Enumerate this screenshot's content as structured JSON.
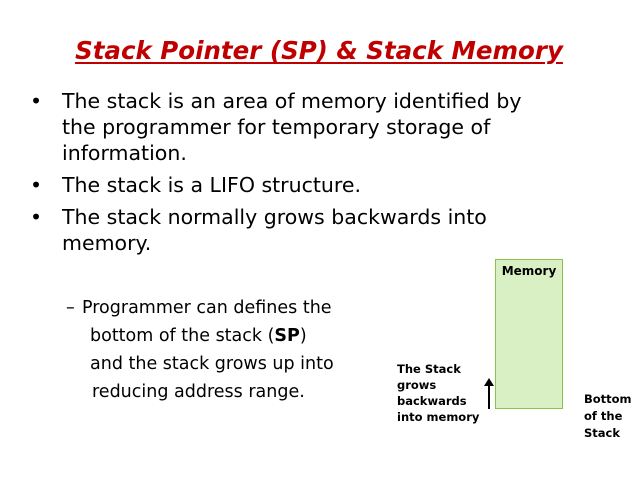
{
  "slide": {
    "title": "Stack Pointer (SP) & Stack Memory",
    "bullet_symbol": "•",
    "bullets": [
      {
        "lines": [
          "The stack is an area of memory identified by",
          "the programmer for temporary storage of",
          "information."
        ]
      },
      {
        "lines": [
          "The stack is a LIFO structure."
        ]
      },
      {
        "lines": [
          "The stack normally grows backwards into",
          "memory."
        ]
      }
    ],
    "sub_bullet": {
      "dash": "–",
      "line1": "Programmer can defines the",
      "line2_prefix": "bottom of the stack (",
      "line2_bold": "SP",
      "line2_suffix": ")",
      "line3": "and the stack grows up into",
      "line4": "reducing address range."
    },
    "diagram": {
      "memory_label": "Memory",
      "stack_note": [
        "The Stack",
        "grows",
        "backwards",
        "into memory"
      ],
      "bottom_note": [
        "Bottom",
        "of the",
        "Stack"
      ]
    }
  },
  "colors": {
    "title": "#c00000",
    "memory_fill": "#d9f0c4",
    "memory_border": "#8bc34a"
  }
}
